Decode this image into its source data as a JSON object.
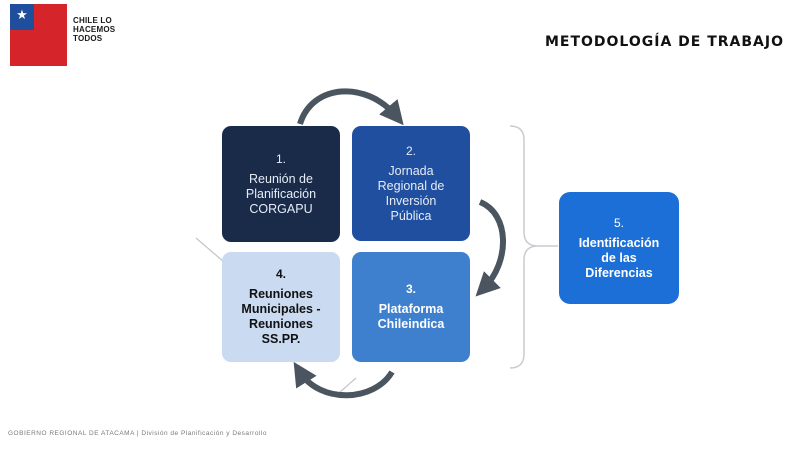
{
  "header": {
    "logo": {
      "line1": "CHILE LO",
      "line2": "HACEMOS",
      "line3": "TODOS"
    },
    "title": "METODOLOGÍA DE TRABAJO"
  },
  "steps": [
    {
      "number": "1.",
      "label_lines": [
        "Reunión de",
        "Planificación",
        "CORGAPU"
      ]
    },
    {
      "number": "2.",
      "label_lines": [
        "Jornada",
        "Regional de",
        "Inversión",
        "Pública"
      ]
    },
    {
      "number": "3.",
      "label_lines": [
        "Plataforma",
        "Chileindica"
      ]
    },
    {
      "number": "4.",
      "label_lines": [
        "Reuniones",
        "Municipales -",
        "Reuniones",
        "SS.PP."
      ]
    },
    {
      "number": "5.",
      "label_lines": [
        "Identificación",
        "de las",
        "Diferencias"
      ]
    }
  ],
  "footer": "GOBIERNO REGIONAL DE ATACAMA | División de Planificación y Desarrollo"
}
